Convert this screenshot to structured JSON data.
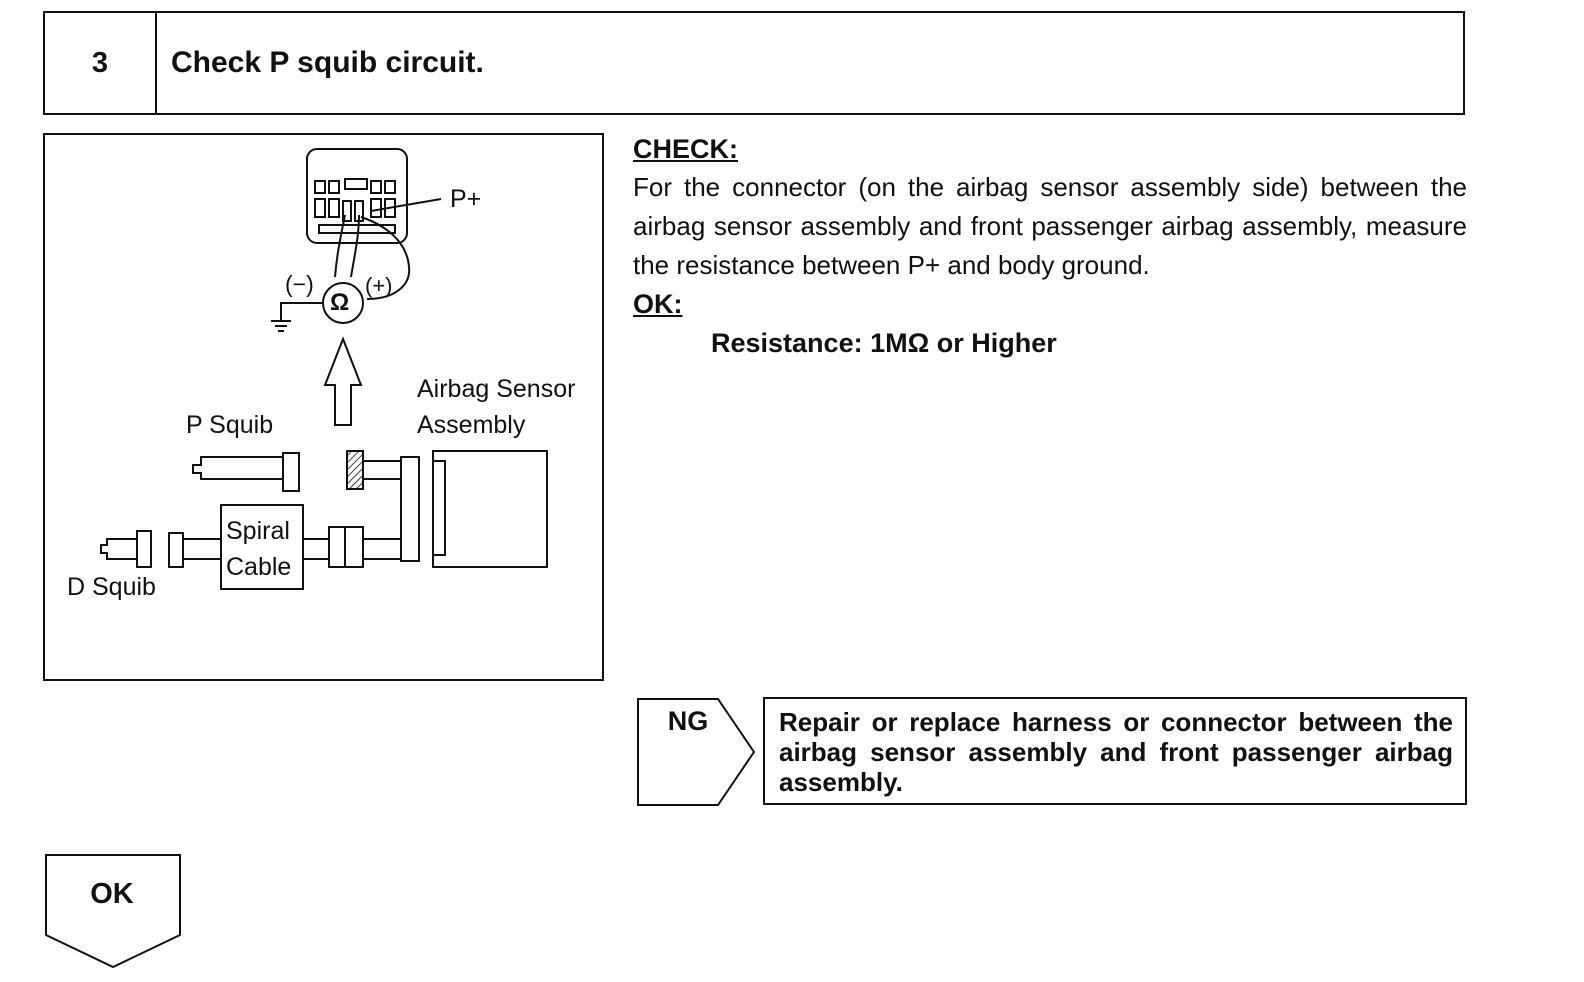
{
  "step": {
    "number": "3",
    "title": "Check P squib circuit."
  },
  "figure": {
    "labels": {
      "p_plus": "P+",
      "minus": "(−)",
      "plus": "(+)",
      "ohm": "Ω",
      "airbag_sensor_line1": "Airbag Sensor",
      "airbag_sensor_line2": "Assembly",
      "p_squib": "P Squib",
      "spiral": "Spiral",
      "cable": "Cable",
      "d_squib": "D Squib"
    }
  },
  "check": {
    "heading": "CHECK:",
    "text": "For the connector (on the airbag sensor assembly side) between the airbag sensor assembly and front passenger airbag assembly, measure the resistance between P+ and body ground.",
    "ok_heading": "OK:",
    "spec": "Resistance: 1MΩ or Higher"
  },
  "ng": {
    "label": "NG",
    "action": "Repair or replace harness or connector between the airbag sensor assembly and front passenger airbag assembly."
  },
  "ok_next": {
    "label": "OK"
  }
}
